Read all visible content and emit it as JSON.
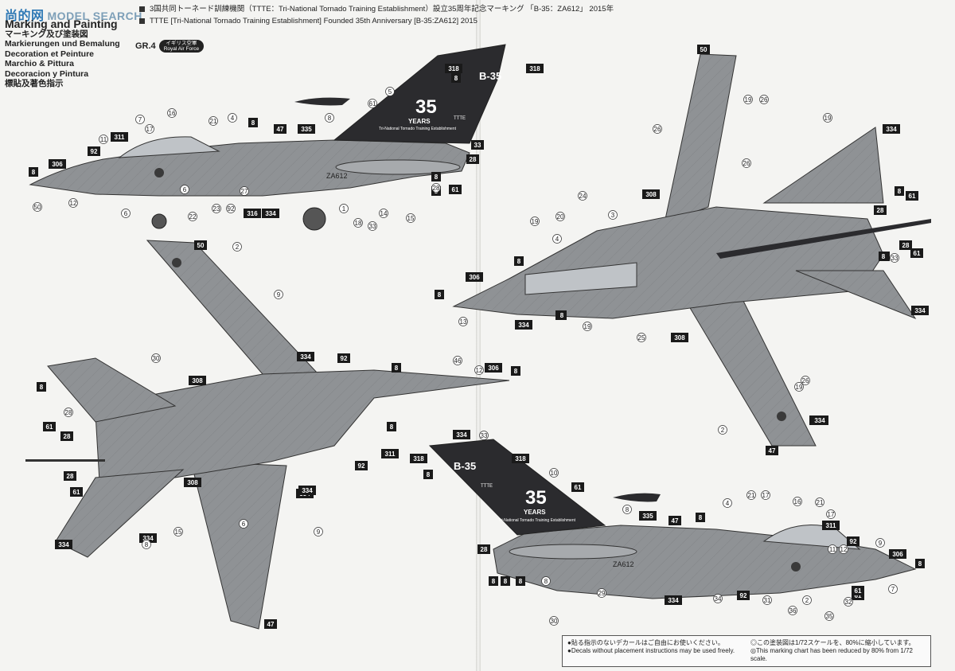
{
  "watermark": {
    "cn": "尚的网",
    "en": "MODEL SEARCH"
  },
  "titles": {
    "main": "Marking and Painting",
    "jp": "マーキング及び塗装図",
    "de": "Markierungen und Bemalung",
    "fr": "Decoration et Peinture",
    "it": "Marchio & Pittura",
    "es": "Decoracion y Pintura",
    "cn": "標貼及著色指示"
  },
  "scheme": {
    "line_jp": "3国共同トーネード訓練機関（TTTE：Tri-National Tornado Training Establishment）設立35周年記念マーキング 「B-35：ZA612」 2015年",
    "line_en": "TTTE [Tri-National Tornado Training Establishment] Founded 35th Anniversary [B-35:ZA612] 2015"
  },
  "group": {
    "label": "GR.4",
    "pill_jp": "イギリス空軍",
    "pill_en": "Royal Air Force"
  },
  "tail_art": {
    "code": "B-35",
    "serial": "ZA612",
    "big": "35",
    "years": "YEARS",
    "ttte": "TTTE",
    "establishment": "Tri-National Tornado Training Establishment"
  },
  "notes": {
    "left_jp": "●貼る指示のないデカールはご自由にお使いください。",
    "left_en": "●Decals without placement instructions may be used freely.",
    "right_jp": "◎この塗装図は1/72スケールを、80%に縮小しています。",
    "right_en": "◎This marking chart has been reduced by 80% from 1/72 scale."
  },
  "colors": {
    "aircraft_grey": "#8f9295",
    "tail_dark": "#2b2b2e",
    "box": "#1a1a1a",
    "accent_blue": "#2f79b5"
  },
  "views": {
    "side_left": {
      "boxes": [
        "8",
        "8",
        "47",
        "335",
        "311",
        "92",
        "306",
        "8",
        "316",
        "334",
        "318",
        "318",
        "33",
        "8",
        "61",
        "8",
        "28"
      ],
      "callouts": [
        "7",
        "17",
        "16",
        "21",
        "4",
        "5",
        "61",
        "8",
        "11",
        "50",
        "12",
        "6",
        "22",
        "23",
        "92",
        "27",
        "1",
        "18",
        "33",
        "14",
        "15",
        "28",
        "6"
      ]
    },
    "plan_top": {
      "boxes": [
        "50",
        "334",
        "308",
        "92",
        "334",
        "8",
        "306",
        "8",
        "334",
        "61",
        "28",
        "28",
        "61",
        "334",
        "8",
        "311",
        "92",
        "308",
        "334",
        "47",
        "8"
      ],
      "callouts": [
        "2",
        "9",
        "30",
        "46",
        "12",
        "28",
        "15",
        "6",
        "9",
        "8"
      ]
    },
    "plan_bottom": {
      "boxes": [
        "50",
        "334",
        "308",
        "8",
        "8",
        "306",
        "8",
        "334",
        "8",
        "334",
        "308",
        "8",
        "28",
        "28",
        "61",
        "61",
        "334",
        "8",
        "8",
        "334",
        "47"
      ],
      "callouts": [
        "19",
        "26",
        "26",
        "19",
        "24",
        "3",
        "19",
        "20",
        "4",
        "13",
        "19",
        "25",
        "26",
        "2",
        "19",
        "26",
        "33"
      ]
    },
    "side_right": {
      "boxes": [
        "334",
        "318",
        "318",
        "8",
        "61",
        "8",
        "335",
        "47",
        "8",
        "311",
        "92",
        "306",
        "8",
        "8",
        "334",
        "92",
        "61",
        "28",
        "61",
        "8"
      ],
      "callouts": [
        "33",
        "10",
        "8",
        "4",
        "21",
        "17",
        "16",
        "21",
        "17",
        "9",
        "12",
        "11",
        "2",
        "31",
        "36",
        "35",
        "34",
        "32",
        "29",
        "30",
        "8",
        "7"
      ]
    }
  }
}
